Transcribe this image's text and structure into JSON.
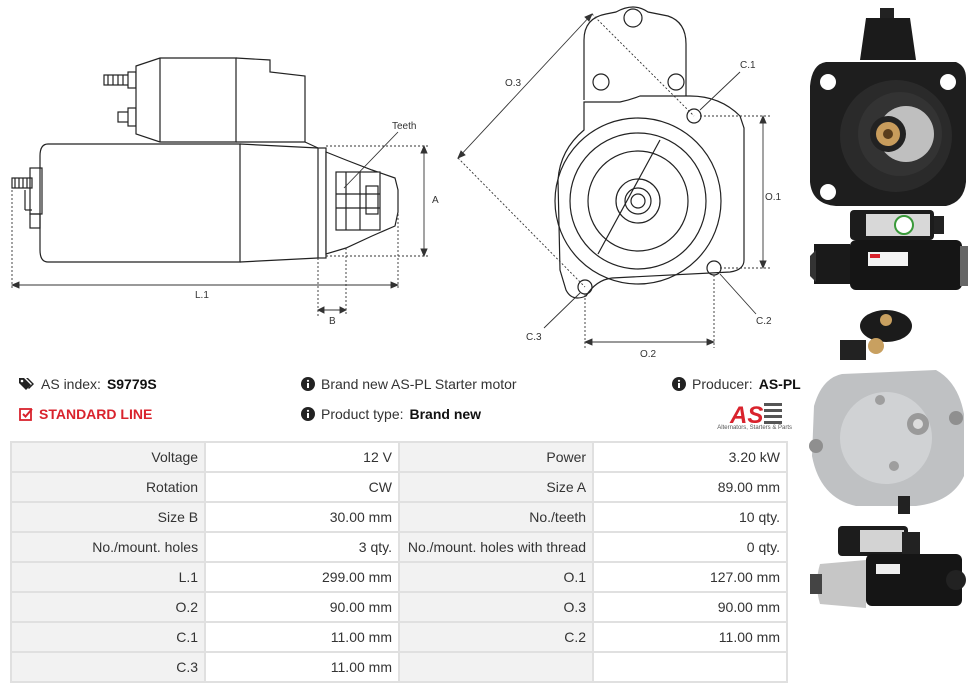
{
  "diagram": {
    "teeth_label": "Teeth",
    "label_a": "A",
    "label_b": "B",
    "label_l1": "L.1",
    "label_o1": "O.1",
    "label_o2": "O.2",
    "label_o3": "O.3",
    "label_c1": "C.1",
    "label_c2": "C.2",
    "label_c3": "C.3"
  },
  "info": {
    "as_index_label": "AS index:",
    "as_index_value": "S9779S",
    "standard_line": "STANDARD LINE",
    "brand_new_text": "Brand new AS-PL Starter motor",
    "product_type_label": "Product type:",
    "product_type_value": "Brand new",
    "producer_label": "Producer:",
    "producer_value": "AS-PL"
  },
  "logo": {
    "mark": "AS",
    "tagline": "Alternators, Starters & Parts",
    "brand_color": "#d9232d"
  },
  "specs": [
    [
      {
        "label": "Voltage",
        "value": "12 V"
      },
      {
        "label": "Power",
        "value": "3.20 kW"
      }
    ],
    [
      {
        "label": "Rotation",
        "value": "CW"
      },
      {
        "label": "Size A",
        "value": "89.00 mm"
      }
    ],
    [
      {
        "label": "Size B",
        "value": "30.00 mm"
      },
      {
        "label": "No./teeth",
        "value": "10 qty."
      }
    ],
    [
      {
        "label": "No./mount. holes",
        "value": "3 qty."
      },
      {
        "label": "No./mount. holes with thread",
        "value": "0 qty."
      }
    ],
    [
      {
        "label": "L.1",
        "value": "299.00 mm"
      },
      {
        "label": "O.1",
        "value": "127.00 mm"
      }
    ],
    [
      {
        "label": "O.2",
        "value": "90.00 mm"
      },
      {
        "label": "O.3",
        "value": "90.00 mm"
      }
    ],
    [
      {
        "label": "C.1",
        "value": "11.00 mm"
      },
      {
        "label": "C.2",
        "value": "11.00 mm"
      }
    ],
    [
      {
        "label": "C.3",
        "value": "11.00 mm"
      },
      {
        "label": "",
        "value": ""
      }
    ]
  ],
  "icons": {
    "tag": "tags-icon",
    "check": "check-square-icon",
    "info": "info-circle-icon"
  }
}
